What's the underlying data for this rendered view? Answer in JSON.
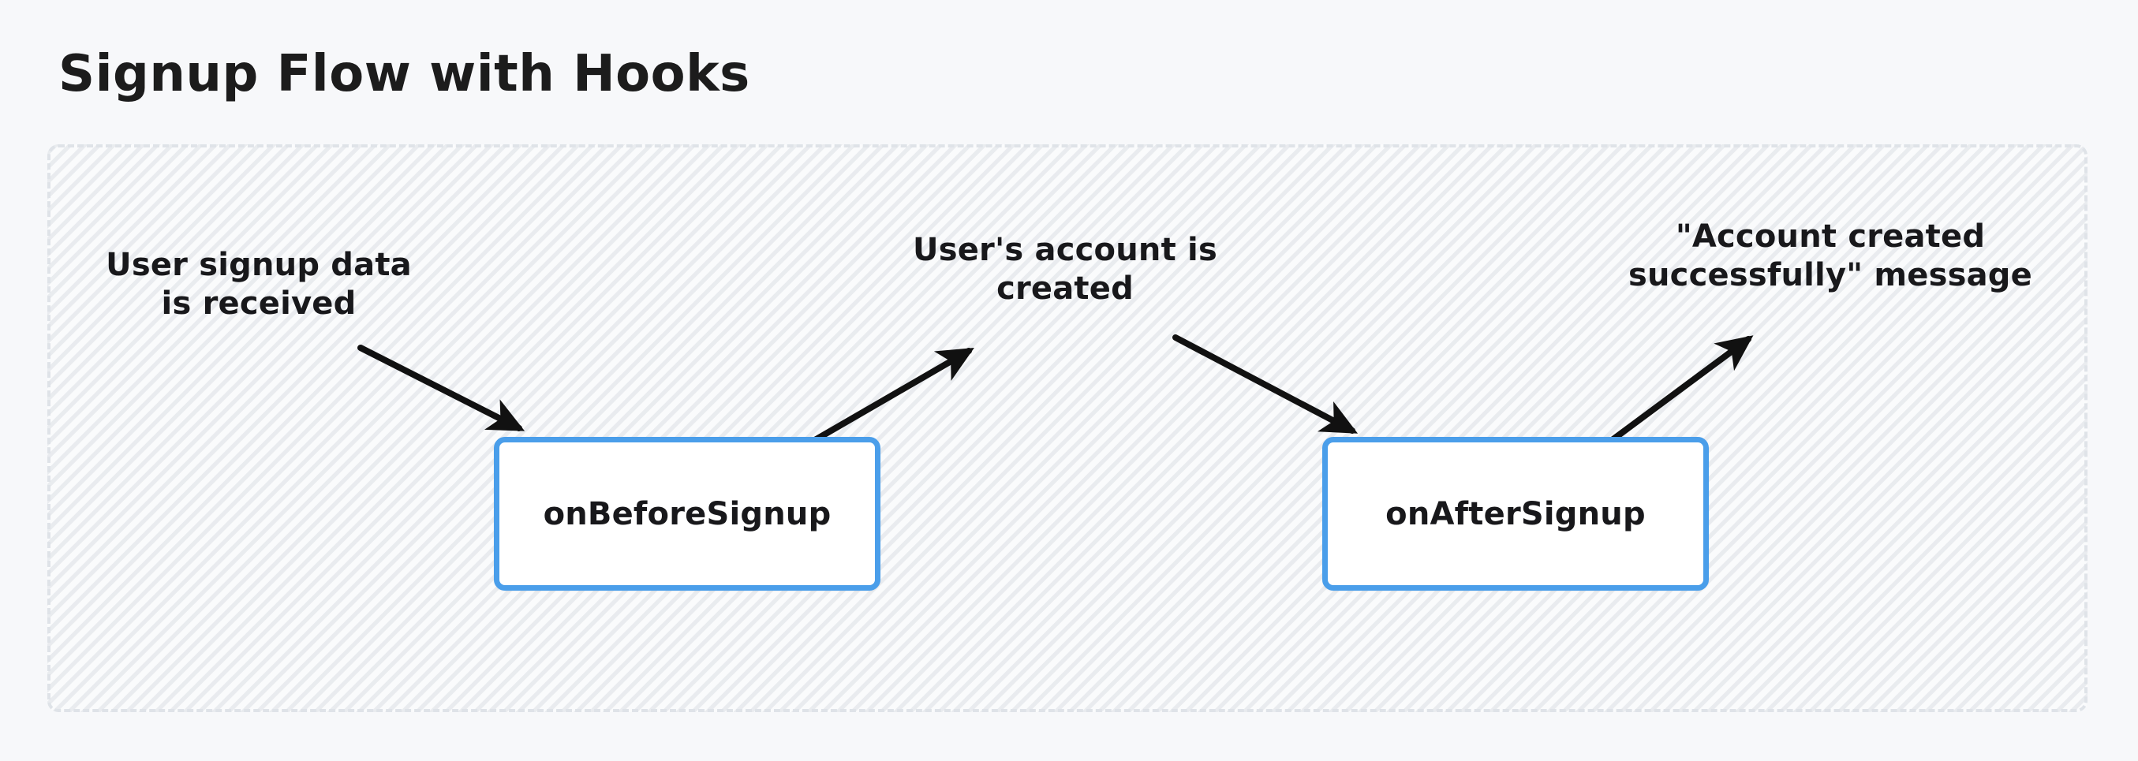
{
  "page": {
    "title": "Signup Flow with Hooks",
    "background_color": "#f7f8fa"
  },
  "container": {
    "name": "flow-container",
    "border_style": "dashed",
    "border_color": "#dfe3e8",
    "fill_color": "#fafbfc",
    "pattern": "diagonal-hatch"
  },
  "nodes": [
    {
      "id": "on-before-signup",
      "label": "onBeforeSignup",
      "border_color": "#4a9eea",
      "fill_color": "#ffffff"
    },
    {
      "id": "on-after-signup",
      "label": "onAfterSignup",
      "border_color": "#4a9eea",
      "fill_color": "#ffffff"
    }
  ],
  "edge_labels": [
    {
      "id": "signup-data-received",
      "text": "User signup data\nis received"
    },
    {
      "id": "account-created",
      "text": "User's account is\ncreated"
    },
    {
      "id": "success-message",
      "text": "\"Account created\nsuccessfully\" message"
    }
  ],
  "arrows": [
    {
      "id": "arrow-input-to-before",
      "from_label": "User signup data is received",
      "to_node": "onBeforeSignup",
      "color": "#111111",
      "direction": "down-right"
    },
    {
      "id": "arrow-before-to-account-created",
      "from_node": "onBeforeSignup",
      "to_label": "User's account is created",
      "color": "#111111",
      "direction": "up-right"
    },
    {
      "id": "arrow-account-created-to-after",
      "from_label": "User's account is created",
      "to_node": "onAfterSignup",
      "color": "#111111",
      "direction": "down-right"
    },
    {
      "id": "arrow-after-to-success-message",
      "from_node": "onAfterSignup",
      "to_label": "\"Account created successfully\" message",
      "color": "#111111",
      "direction": "up-right"
    }
  ]
}
